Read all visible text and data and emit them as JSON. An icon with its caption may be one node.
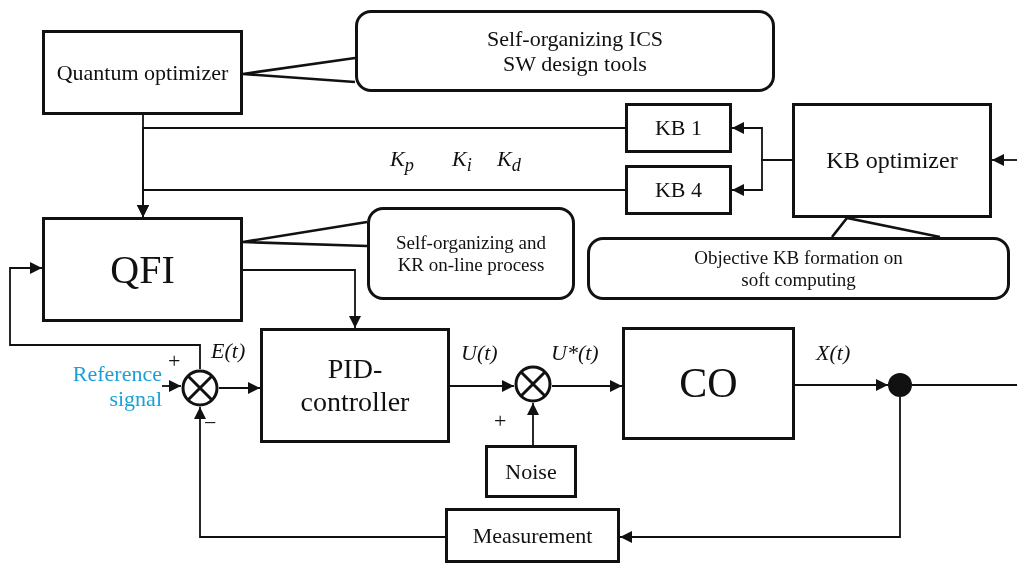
{
  "diagram": {
    "nodes": [
      {
        "text": [
          "Quantum optimizer"
        ]
      },
      {
        "text": [
          "Self-organizing ICS SW design tools"
        ]
      },
      {
        "text": [
          "KB 1"
        ]
      },
      {
        "text": [
          "KB 4"
        ]
      },
      {
        "text": [
          "KB optimizer"
        ]
      },
      {
        "text": [
          "QFI"
        ]
      },
      {
        "text": [
          "Self-organizing and KR on-line process"
        ]
      },
      {
        "text": [
          "Objective KB formation on soft computing"
        ]
      },
      {
        "text": [],
        "shape": "circle"
      },
      {
        "text": [
          "Reference signal"
        ]
      },
      {
        "text": [
          "PID-controller"
        ]
      },
      {
        "text": [],
        "shape": "circle"
      },
      {
        "text": [
          "Noise"
        ]
      },
      {
        "text": [
          "CO"
        ]
      },
      {
        "text": [],
        "shape": "dot"
      },
      {
        "text": [
          "Measurement"
        ]
      }
    ],
    "edges": [
      {
        "from": 0,
        "to": 5,
        "arrow": "to"
      },
      {
        "from": 2,
        "to": 5,
        "arrow": "to"
      },
      {
        "from": 3,
        "to": 5,
        "arrow": "to"
      },
      {
        "from": 4,
        "to": 2,
        "arrow": "to"
      },
      {
        "from": 4,
        "to": 3,
        "arrow": "to"
      },
      {
        "from": null,
        "to": 4,
        "arrow": "to"
      },
      {
        "from": 5,
        "to": 10,
        "arrow": "to"
      },
      {
        "from": 8,
        "to": 5,
        "arrow": "to"
      },
      {
        "from": 9,
        "to": 8,
        "arrow": "to"
      },
      {
        "from": 8,
        "to": 10,
        "arrow": "to",
        "label": "E(t)"
      },
      {
        "from": 10,
        "to": 11,
        "arrow": "to",
        "label": "U(t)"
      },
      {
        "from": 11,
        "to": 13,
        "arrow": "to",
        "label": "U*(t)"
      },
      {
        "from": 13,
        "to": 14,
        "arrow": "to",
        "label": "X(t)"
      },
      {
        "from": 14,
        "to": null,
        "arrow": "none"
      },
      {
        "from": 14,
        "to": 15,
        "arrow": "to"
      },
      {
        "from": 15,
        "to": 8,
        "arrow": "to"
      },
      {
        "from": 12,
        "to": 11,
        "arrow": "to"
      },
      {
        "from": 1,
        "to": 0,
        "arrow": "none"
      },
      {
        "from": 6,
        "to": 5,
        "arrow": "none"
      },
      {
        "from": 7,
        "to": 4,
        "arrow": "none"
      }
    ],
    "labels": [
      "K$_{p}$",
      "K$_{i}$",
      "K$_{d}$",
      "+",
      "−",
      "+"
    ]
  }
}
